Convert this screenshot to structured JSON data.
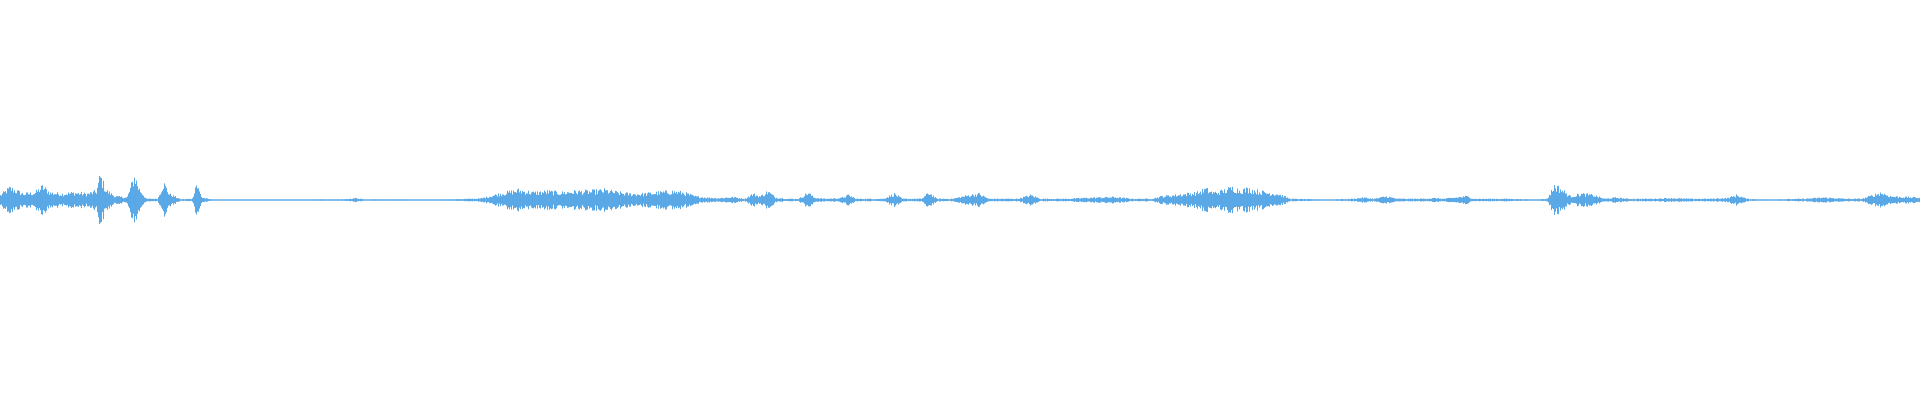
{
  "waveform": {
    "color": "#5aa9e6",
    "background": "#ffffff",
    "envelope": [
      [
        0.0,
        0.2
      ],
      [
        0.005,
        0.5
      ],
      [
        0.012,
        0.25
      ],
      [
        0.018,
        0.3
      ],
      [
        0.022,
        0.55
      ],
      [
        0.026,
        0.3
      ],
      [
        0.032,
        0.25
      ],
      [
        0.038,
        0.3
      ],
      [
        0.045,
        0.25
      ],
      [
        0.05,
        0.35
      ],
      [
        0.052,
        1.0
      ],
      [
        0.055,
        0.4
      ],
      [
        0.06,
        0.15
      ],
      [
        0.066,
        0.1
      ],
      [
        0.07,
        1.0
      ],
      [
        0.072,
        0.5
      ],
      [
        0.076,
        0.05
      ],
      [
        0.082,
        0.05
      ],
      [
        0.085,
        0.7
      ],
      [
        0.088,
        0.25
      ],
      [
        0.094,
        0.03
      ],
      [
        0.1,
        0.05
      ],
      [
        0.102,
        0.7
      ],
      [
        0.105,
        0.1
      ],
      [
        0.11,
        0.02
      ],
      [
        0.15,
        0.02
      ],
      [
        0.18,
        0.03
      ],
      [
        0.185,
        0.08
      ],
      [
        0.19,
        0.03
      ],
      [
        0.23,
        0.02
      ],
      [
        0.25,
        0.06
      ],
      [
        0.26,
        0.25
      ],
      [
        0.27,
        0.4
      ],
      [
        0.278,
        0.3
      ],
      [
        0.285,
        0.35
      ],
      [
        0.292,
        0.3
      ],
      [
        0.3,
        0.35
      ],
      [
        0.308,
        0.35
      ],
      [
        0.315,
        0.4
      ],
      [
        0.322,
        0.3
      ],
      [
        0.328,
        0.25
      ],
      [
        0.335,
        0.25
      ],
      [
        0.342,
        0.3
      ],
      [
        0.35,
        0.35
      ],
      [
        0.356,
        0.3
      ],
      [
        0.362,
        0.15
      ],
      [
        0.368,
        0.1
      ],
      [
        0.375,
        0.08
      ],
      [
        0.382,
        0.12
      ],
      [
        0.388,
        0.05
      ],
      [
        0.392,
        0.25
      ],
      [
        0.396,
        0.15
      ],
      [
        0.4,
        0.35
      ],
      [
        0.404,
        0.1
      ],
      [
        0.41,
        0.05
      ],
      [
        0.416,
        0.05
      ],
      [
        0.421,
        0.3
      ],
      [
        0.424,
        0.1
      ],
      [
        0.43,
        0.05
      ],
      [
        0.438,
        0.08
      ],
      [
        0.442,
        0.2
      ],
      [
        0.446,
        0.05
      ],
      [
        0.452,
        0.05
      ],
      [
        0.46,
        0.05
      ],
      [
        0.466,
        0.25
      ],
      [
        0.47,
        0.05
      ],
      [
        0.48,
        0.05
      ],
      [
        0.484,
        0.3
      ],
      [
        0.488,
        0.05
      ],
      [
        0.496,
        0.05
      ],
      [
        0.505,
        0.2
      ],
      [
        0.51,
        0.25
      ],
      [
        0.515,
        0.05
      ],
      [
        0.53,
        0.05
      ],
      [
        0.537,
        0.2
      ],
      [
        0.542,
        0.05
      ],
      [
        0.555,
        0.05
      ],
      [
        0.57,
        0.1
      ],
      [
        0.58,
        0.12
      ],
      [
        0.59,
        0.05
      ],
      [
        0.6,
        0.05
      ],
      [
        0.605,
        0.15
      ],
      [
        0.612,
        0.2
      ],
      [
        0.618,
        0.25
      ],
      [
        0.624,
        0.3
      ],
      [
        0.628,
        0.45
      ],
      [
        0.632,
        0.3
      ],
      [
        0.636,
        0.35
      ],
      [
        0.642,
        0.5
      ],
      [
        0.646,
        0.4
      ],
      [
        0.65,
        0.45
      ],
      [
        0.656,
        0.35
      ],
      [
        0.66,
        0.3
      ],
      [
        0.666,
        0.25
      ],
      [
        0.672,
        0.05
      ],
      [
        0.69,
        0.02
      ],
      [
        0.705,
        0.05
      ],
      [
        0.71,
        0.1
      ],
      [
        0.716,
        0.05
      ],
      [
        0.722,
        0.15
      ],
      [
        0.728,
        0.05
      ],
      [
        0.74,
        0.05
      ],
      [
        0.748,
        0.08
      ],
      [
        0.752,
        0.05
      ],
      [
        0.758,
        0.1
      ],
      [
        0.764,
        0.15
      ],
      [
        0.768,
        0.05
      ],
      [
        0.78,
        0.05
      ],
      [
        0.786,
        0.05
      ],
      [
        0.8,
        0.02
      ],
      [
        0.806,
        0.05
      ],
      [
        0.81,
        0.6
      ],
      [
        0.814,
        0.4
      ],
      [
        0.818,
        0.15
      ],
      [
        0.824,
        0.25
      ],
      [
        0.83,
        0.2
      ],
      [
        0.836,
        0.05
      ],
      [
        0.842,
        0.1
      ],
      [
        0.848,
        0.05
      ],
      [
        0.86,
        0.05
      ],
      [
        0.87,
        0.08
      ],
      [
        0.88,
        0.05
      ],
      [
        0.89,
        0.05
      ],
      [
        0.9,
        0.08
      ],
      [
        0.905,
        0.2
      ],
      [
        0.91,
        0.05
      ],
      [
        0.92,
        0.02
      ],
      [
        0.94,
        0.05
      ],
      [
        0.95,
        0.1
      ],
      [
        0.955,
        0.08
      ],
      [
        0.962,
        0.05
      ],
      [
        0.97,
        0.05
      ],
      [
        0.98,
        0.3
      ],
      [
        0.985,
        0.15
      ],
      [
        0.992,
        0.12
      ],
      [
        1.0,
        0.1
      ]
    ]
  }
}
